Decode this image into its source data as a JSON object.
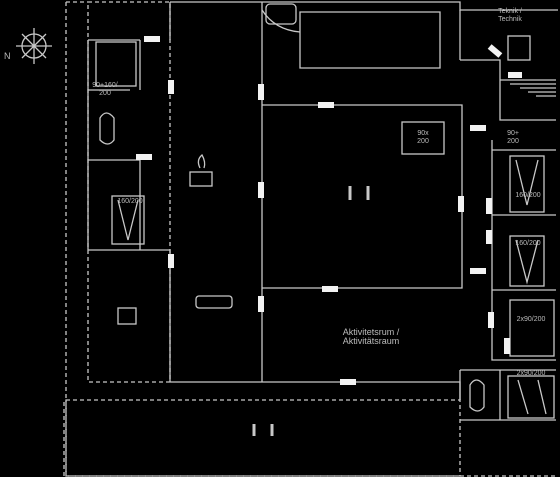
{
  "compass": {
    "north_letter": "N"
  },
  "rooms": {
    "technik": {
      "line1": "Teknik /",
      "line2": "Technik"
    },
    "bed_top_left": {
      "line1": "90+160/",
      "line2": "200"
    },
    "bed_left": {
      "label": "160/200"
    },
    "bed_right_upper": {
      "line1": "90+",
      "line2": "200"
    },
    "bed_right_mid": {
      "label": "160/200"
    },
    "bed_right_lower": {
      "label": "160/200"
    },
    "bed_right_2x": {
      "label": "2x90/200"
    },
    "bed_bottom_right": {
      "label": "2x90/200"
    },
    "activity": {
      "line1": "Aktivitetsrum /",
      "line2": "Aktivitätsraum"
    },
    "sauna": {
      "line1": "90x",
      "line2": "200"
    }
  },
  "colors": {
    "background": "#000000",
    "walls": "#c8c8c8",
    "text": "#bbbbbb"
  }
}
